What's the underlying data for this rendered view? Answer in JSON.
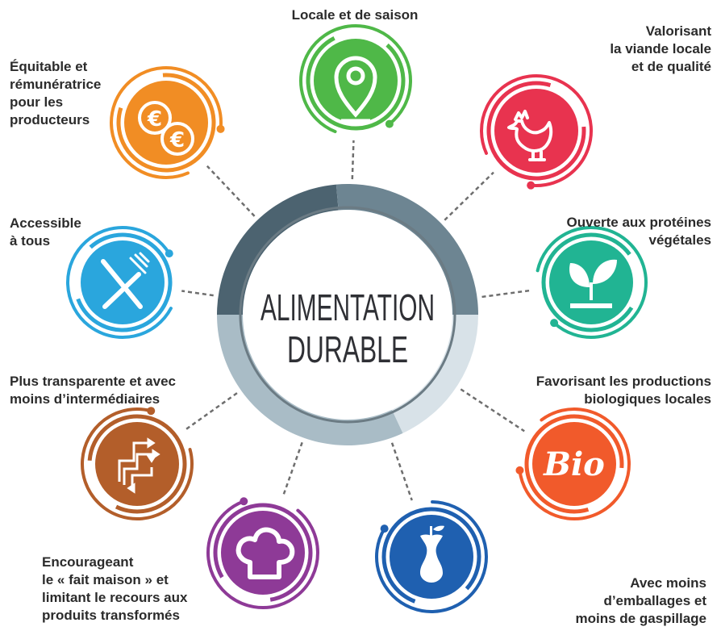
{
  "center": {
    "line1": "ALIMENTATION",
    "line2": "DURABLE"
  },
  "items": [
    {
      "label": "Locale et de saison",
      "icon": "location-pin-icon",
      "color": "#4fb848"
    },
    {
      "label": "Valorisant\nla viande locale\net de qualité",
      "icon": "rooster-icon",
      "color": "#e8334f"
    },
    {
      "label": "Ouverte aux protéines\nvégétales",
      "icon": "sprout-icon",
      "color": "#21b493"
    },
    {
      "label": "Favorisant les productions\nbiologiques locales",
      "icon": "bio-icon",
      "color": "#f15a2b",
      "icon_text": "Bio"
    },
    {
      "label": "Avec moins\nd’emballages et\nmoins de gaspillage",
      "icon": "apple-core-icon",
      "color": "#1f60b0"
    },
    {
      "label": "Encourageant\nle « fait maison » et\nlimitant le recours aux\nproduits transformés",
      "icon": "chef-hat-icon",
      "color": "#8e3a97"
    },
    {
      "label": "Plus transparente et avec\nmoins d’intermédiaires",
      "icon": "flow-arrows-icon",
      "color": "#b35e2a"
    },
    {
      "label": "Accessible\nà tous",
      "icon": "knife-fork-icon",
      "color": "#2aa6dd"
    },
    {
      "label": "Équitable et\nrémunératrice\npour les\nproducteurs",
      "icon": "euro-coins-icon",
      "color": "#f18d24"
    }
  ],
  "ring_colors": {
    "dark": "#4c6370",
    "mid": "#6d8592",
    "light": "#a9bcc6",
    "pale": "#d8e2e8"
  }
}
